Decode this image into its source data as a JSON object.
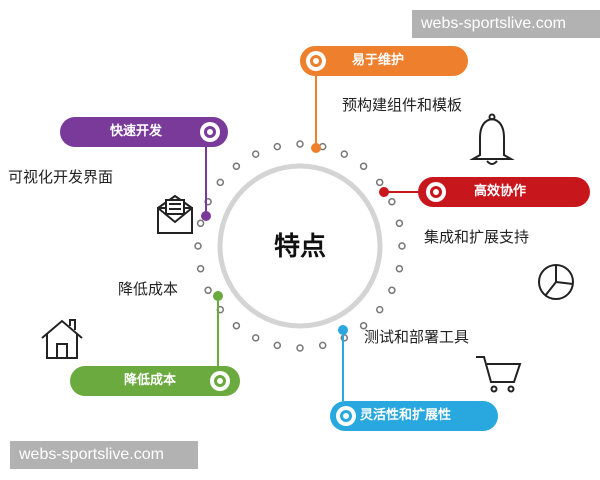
{
  "watermark": {
    "top": "webs-sportslive.com",
    "bottom": "webs-sportslive.com"
  },
  "center": {
    "label": "特点"
  },
  "features": {
    "easy_maintenance": {
      "label": "易于维护",
      "description": "预构建组件和模板",
      "color": "#ee7f2d"
    },
    "rapid_development": {
      "label": "快速开发",
      "description": "可视化开发界面",
      "color": "#7a3a9a"
    },
    "efficient_collaboration": {
      "label": "高效协作",
      "description": "集成和扩展支持",
      "color": "#c8161d"
    },
    "cost_reduction": {
      "label": "降低成本",
      "description": "降低成本",
      "color": "#6aaa3f"
    },
    "flexibility_extensibility": {
      "label": "灵活性和扩展性",
      "description": "测试和部署工具",
      "color": "#29a8df"
    }
  },
  "icons": [
    "bell-icon",
    "envelope-icon",
    "pie-chart-icon",
    "house-icon",
    "shopping-cart-icon"
  ]
}
